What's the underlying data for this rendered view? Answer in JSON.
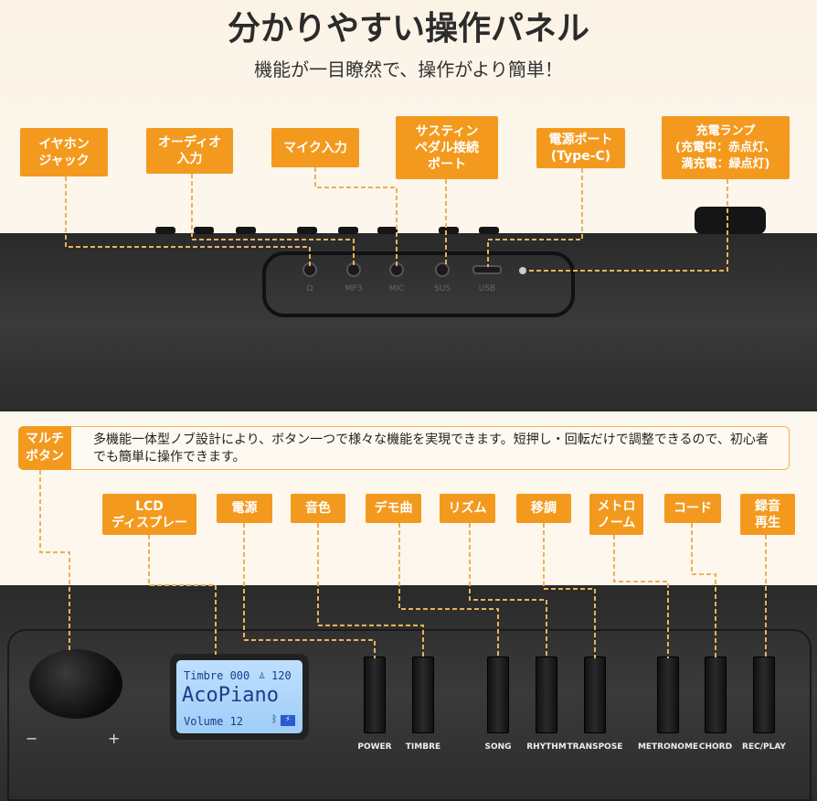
{
  "header": {
    "title": "分かりやすい操作パネル",
    "subtitle": "機能が一目瞭然で、操作がより簡単！"
  },
  "colors": {
    "accent": "#f39a1e",
    "panel": "#2f2f2f",
    "lcd": "#a9d4fb"
  },
  "top_labels": [
    "イヤホン\nジャック",
    "オーディオ\n入力",
    "マイク入力",
    "サスティン\nペダル接続\nポート",
    "電源ポート\n(Type-C)",
    "充電ランプ\n(充電中：赤点灯、\n満充電：緑点灯)"
  ],
  "ports": [
    "Ω",
    "MP3",
    "MIC",
    "SUS",
    "USB"
  ],
  "multi": {
    "tag": "マルチ\nボタン",
    "text": "多機能一体型ノブ設計により、ボタン一つで様々な機能を実現できます。短押し・回転だけで調整できるので、初心者でも簡単に操作できます。"
  },
  "bottom_labels": [
    "LCD\nディスプレー",
    "電源",
    "音色",
    "デモ曲",
    "リズム",
    "移調",
    "メトロ\nノーム",
    "コード",
    "録音\n再生"
  ],
  "lcd": {
    "line1": "Timbre 000",
    "tempo": "120",
    "main": "AcoPiano",
    "line3": "Volume 12"
  },
  "knob": {
    "minus": "−",
    "plus": "+"
  },
  "buttons": [
    "POWER",
    "TIMBRE",
    "SONG",
    "RHYTHM",
    "TRANSPOSE",
    "METRONOME",
    "CHORD",
    "REC/PLAY"
  ]
}
